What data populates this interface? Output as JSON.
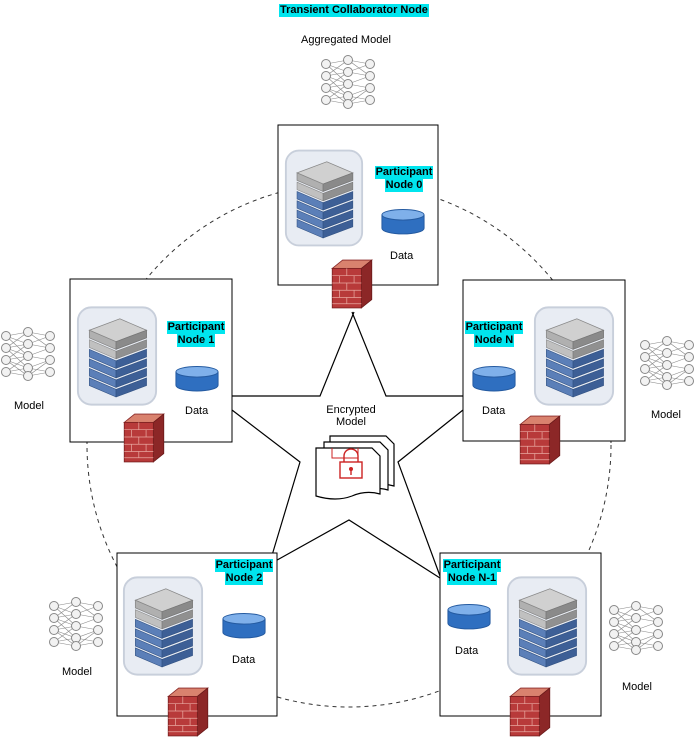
{
  "diagram": {
    "title": "Transient Collaborator Node",
    "aggregated_label": "Aggregated Model",
    "encrypted_label_1": "Encrypted",
    "encrypted_label_2": "Model",
    "nodes": [
      {
        "line1": "Participant",
        "line2": "Node 0",
        "data_label": "Data"
      },
      {
        "line1": "Participant",
        "line2": "Node 1",
        "data_label": "Data",
        "model_label": "Model"
      },
      {
        "line1": "Participant",
        "line2": "Node N",
        "data_label": "Data",
        "model_label": "Model"
      },
      {
        "line1": "Participant",
        "line2": "Node 2",
        "data_label": "Data",
        "model_label": "Model"
      },
      {
        "line1": "Participant",
        "line2": "Node N-1",
        "data_label": "Data",
        "model_label": "Model"
      }
    ],
    "colors": {
      "highlight": "#00e5ee",
      "firewall": "#b83a3a",
      "server": "#4a6ea8",
      "lock": "#cc2222"
    }
  }
}
